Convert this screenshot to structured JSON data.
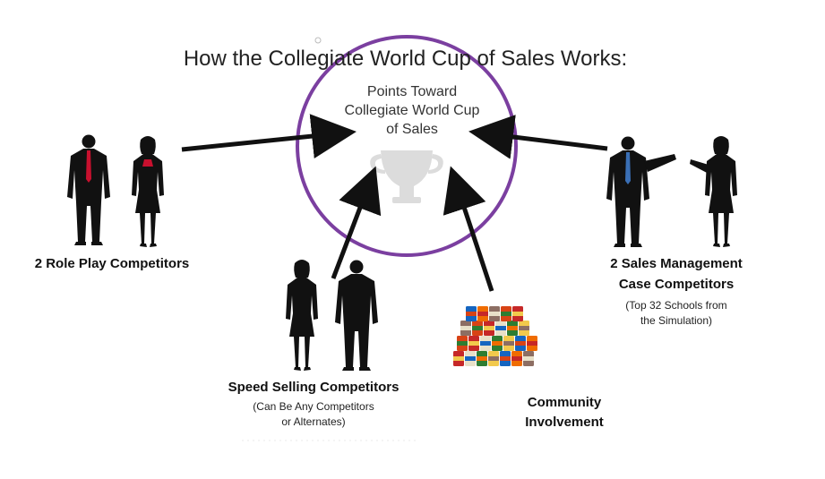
{
  "title": "How the Collegiate World Cup of Sales Works:",
  "center": {
    "lines": [
      "Points Toward",
      "Collegiate World Cup",
      "of Sales"
    ]
  },
  "groups": {
    "role_play": {
      "label": "2 Role Play Competitors"
    },
    "sales_management": {
      "label_lines": [
        "2 Sales Management",
        "Case Competitors"
      ],
      "sub_lines": [
        "(Top 32 Schools from",
        "the Simulation)"
      ]
    },
    "speed_selling": {
      "label": "Speed Selling Competitors",
      "sub_lines": [
        "(Can Be Any Competitors",
        "or Alternates)"
      ]
    },
    "community": {
      "label_lines": [
        "Community",
        "Involvement"
      ]
    }
  },
  "colors": {
    "circle": "#7b3fa0",
    "arrow": "#111111",
    "trophy": "#dcdcdc",
    "silhouette": "#111111",
    "tie_red": "#c8102e",
    "tie_blue": "#3a6fb5"
  },
  "icons": [
    "trophy-icon",
    "businessman-icon",
    "businesswoman-icon",
    "food-cans-icon"
  ]
}
